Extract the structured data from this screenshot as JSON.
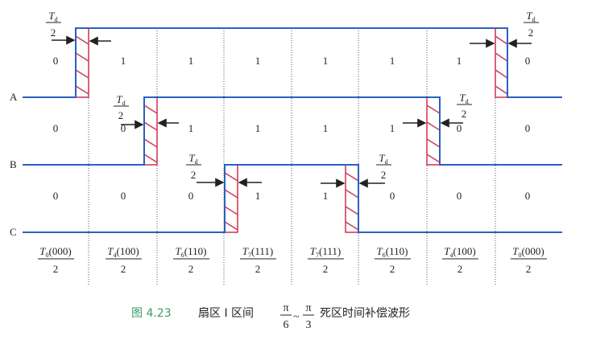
{
  "td_label": {
    "symbol": "T",
    "subscript": "d",
    "denominator": "2"
  },
  "phases": [
    "A",
    "B",
    "C"
  ],
  "rows": {
    "a": [
      "0",
      "1",
      "1",
      "1",
      "1",
      "1",
      "1",
      "0"
    ],
    "b": [
      "0",
      "0",
      "1",
      "1",
      "1",
      "1",
      "0",
      "0"
    ],
    "c": [
      "0",
      "0",
      "0",
      "1",
      "1",
      "0",
      "0",
      "0"
    ]
  },
  "vectors": [
    {
      "symbol": "T",
      "sub": "0",
      "code": "(000)",
      "den": "2"
    },
    {
      "symbol": "T",
      "sub": "4",
      "code": "(100)",
      "den": "2"
    },
    {
      "symbol": "T",
      "sub": "6",
      "code": "(110)",
      "den": "2"
    },
    {
      "symbol": "T",
      "sub": "7",
      "code": "(111)",
      "den": "2"
    },
    {
      "symbol": "T",
      "sub": "7",
      "code": "(111)",
      "den": "2"
    },
    {
      "symbol": "T",
      "sub": "6",
      "code": "(110)",
      "den": "2"
    },
    {
      "symbol": "T",
      "sub": "4",
      "code": "(100)",
      "den": "2"
    },
    {
      "symbol": "T",
      "sub": "0",
      "code": "(000)",
      "den": "2"
    }
  ],
  "caption": {
    "number": "图 4.23",
    "text1": "扇区 I 区间",
    "frac1_num": "π",
    "frac1_den": "6",
    "tilde": "~",
    "frac2_num": "π",
    "frac2_den": "3",
    "text2": "死区时间补偿波形"
  },
  "colors": {
    "waveform": "#2c5fc4",
    "deadtime_hatch": "#d23c5a",
    "caption_number": "#3a9b66"
  }
}
